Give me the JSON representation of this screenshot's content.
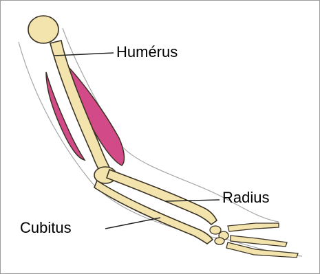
{
  "labels": {
    "humerus": "Humérus",
    "radius": "Radius",
    "cubitus": "Cubitus"
  },
  "colors": {
    "bone_fill": "#f3e3ad",
    "bone_outline": "#3a3224",
    "muscle": "#d24a87",
    "skin_outline": "#a6a6a6",
    "leader_line": "#222222"
  }
}
